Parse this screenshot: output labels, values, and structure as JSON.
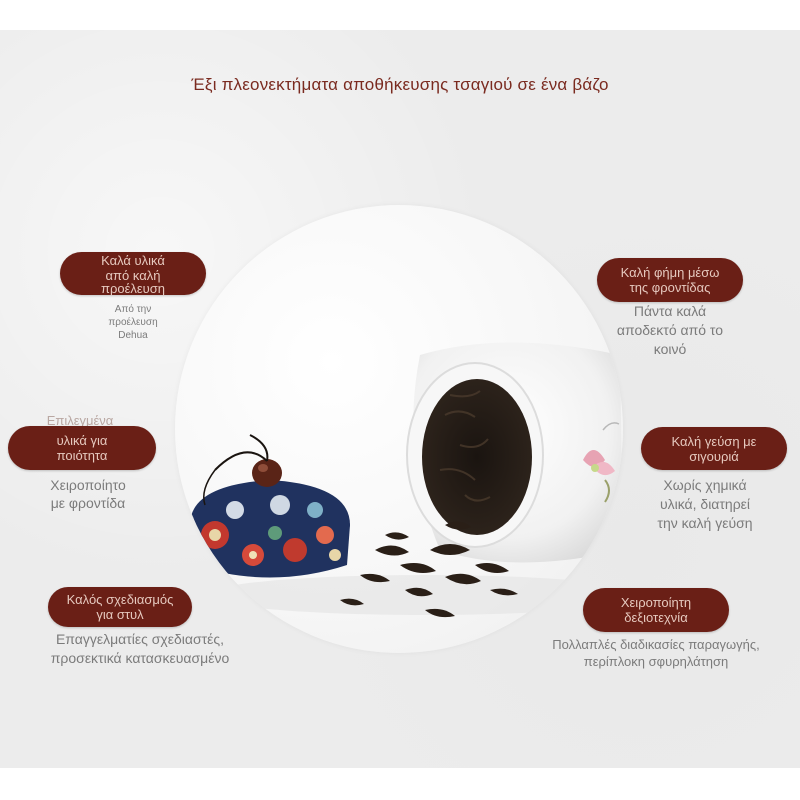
{
  "title": "Έξι πλεονεκτήματα αποθήκευσης τσαγιού σε ένα βάζο",
  "features": [
    {
      "pill_lines": [
        "Καλά υλικά",
        "από καλή",
        "προέλευση"
      ],
      "desc_lines": [
        "Από την",
        "προέλευση",
        "Dehua"
      ]
    },
    {
      "pill_lines": [
        "Καλή φήμη μέσω",
        "της φροντίδας"
      ],
      "desc_lines": [
        "Πάντα καλά",
        "αποδεκτό από το",
        "κοινό"
      ]
    },
    {
      "faded": "Επιλεγμένα",
      "pill_lines": [
        "υλικά για",
        "ποιότητα"
      ],
      "desc_lines": [
        "Χειροποίητο",
        "με φροντίδα"
      ]
    },
    {
      "pill_lines": [
        "Καλή γεύση με",
        "σιγουριά"
      ],
      "desc_lines": [
        "Χωρίς χημικά",
        "υλικά, διατηρεί",
        "την καλή γεύση"
      ]
    },
    {
      "pill_lines": [
        "Καλός σχεδιασμός",
        "για στυλ"
      ],
      "desc_lines": [
        "Επαγγελματίες σχεδιαστές,",
        "προσεκτικά κατασκευασμένο"
      ]
    },
    {
      "pill_lines": [
        "Χειροποίητη",
        "δεξιοτεχνία"
      ],
      "desc_lines": [
        "Πολλαπλές διαδικασίες παραγωγής,",
        "περίπλοκη σφυρηλάτηση"
      ]
    }
  ]
}
